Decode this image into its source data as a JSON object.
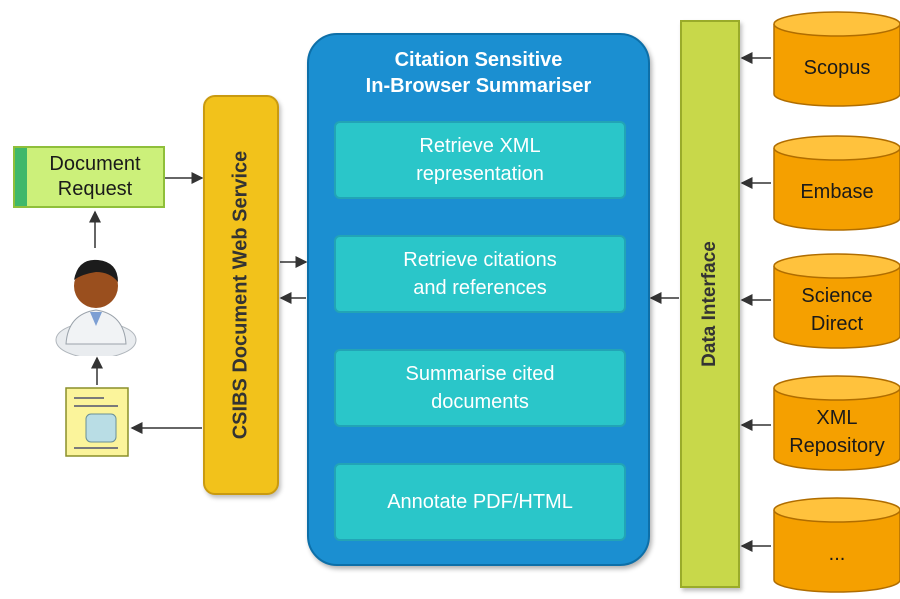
{
  "document_request": "Document\nRequest",
  "web_service": "CSIBS Document Web Service",
  "summariser": {
    "title": "Citation Sensitive\nIn-Browser Summariser",
    "steps": [
      "Retrieve XML\nrepresentation",
      "Retrieve citations\nand references",
      "Summarise cited\ndocuments",
      "Annotate PDF/HTML"
    ]
  },
  "data_interface": "Data Interface",
  "databases": [
    "Scopus",
    "Embase",
    "Science\nDirect",
    "XML\nRepository",
    "..."
  ],
  "colors": {
    "summariser": "#1b8fd1",
    "step": "#2ac6c9",
    "web_service": "#f2c21b",
    "data_interface": "#c8d84a",
    "database": "#f5a000",
    "document_request": "#ccf07a"
  }
}
